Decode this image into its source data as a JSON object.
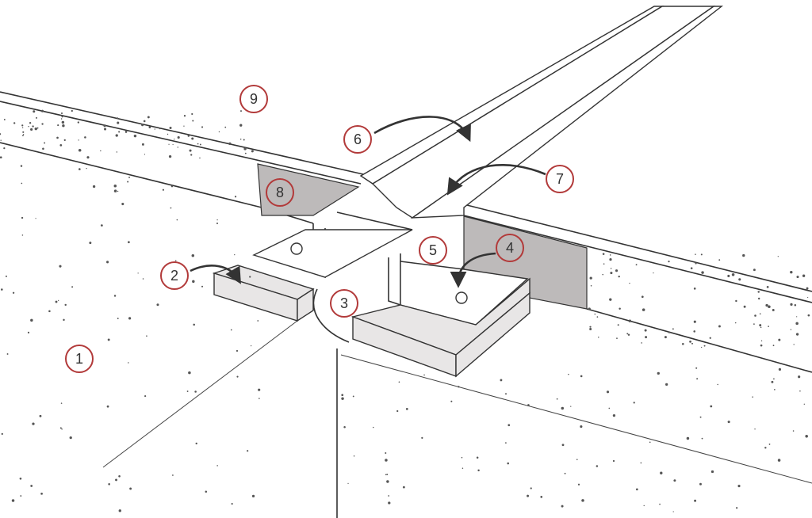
{
  "diagram": {
    "title": "Expansion joint profile cross-section",
    "accent_color": "#b23a3a",
    "callouts": [
      {
        "id": "1",
        "label": "1"
      },
      {
        "id": "2",
        "label": "2"
      },
      {
        "id": "3",
        "label": "3"
      },
      {
        "id": "4",
        "label": "4"
      },
      {
        "id": "5",
        "label": "5"
      },
      {
        "id": "6",
        "label": "6"
      },
      {
        "id": "7",
        "label": "7"
      },
      {
        "id": "8",
        "label": "8"
      },
      {
        "id": "9",
        "label": "9"
      }
    ]
  }
}
